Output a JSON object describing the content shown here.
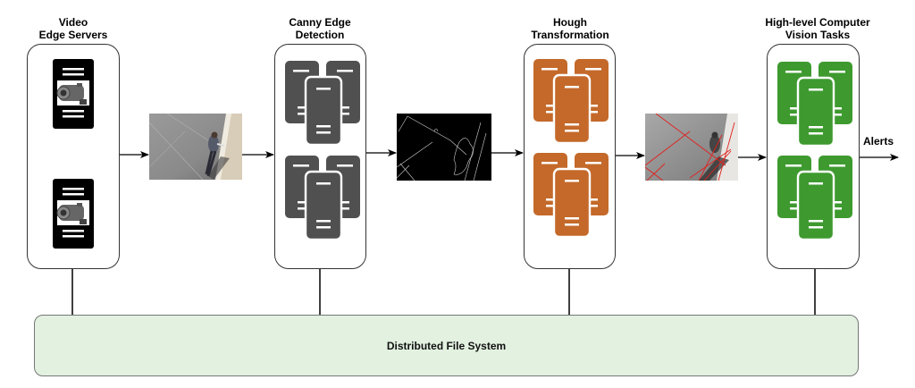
{
  "stages": [
    {
      "id": "video-edge-servers",
      "label_line1": "Video",
      "label_line2": "Edge Servers",
      "icon": "camera-server-icon",
      "color": "#000000"
    },
    {
      "id": "canny-edge-detection",
      "label_line1": "Canny Edge",
      "label_line2": "Detection",
      "icon": "server-cluster-icon",
      "color": "#505050"
    },
    {
      "id": "hough-transformation",
      "label_line1": "Hough",
      "label_line2": "Transformation",
      "icon": "server-cluster-icon",
      "color": "#c4692a"
    },
    {
      "id": "high-level-cv-tasks",
      "label_line1": "High-level Computer",
      "label_line2": "Vision Tasks",
      "icon": "server-cluster-icon",
      "color": "#3e9a2f"
    }
  ],
  "images": [
    {
      "id": "raw-frame",
      "description": "Surveillance frame of person walking"
    },
    {
      "id": "edge-frame",
      "description": "Canny edge map (white edges on black)"
    },
    {
      "id": "hough-frame",
      "description": "Frame with detected Hough lines in red"
    }
  ],
  "output": {
    "label": "Alerts"
  },
  "storage": {
    "label": "Distributed File System",
    "color": "#e2f1e0"
  }
}
